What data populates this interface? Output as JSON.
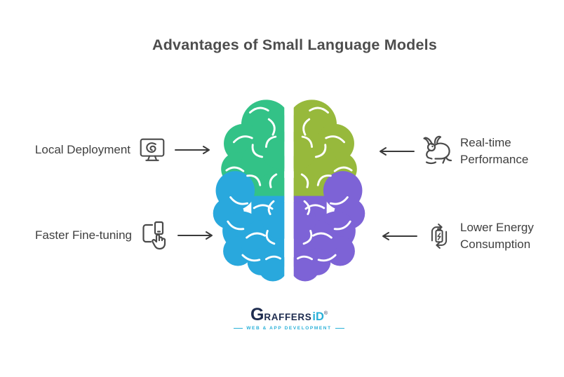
{
  "title": "Advantages of Small Language Models",
  "items": [
    {
      "side": "left",
      "icon": "monitor-link-icon",
      "lines": [
        "Local Deployment"
      ]
    },
    {
      "side": "left",
      "icon": "devices-hand-icon",
      "lines": [
        "Faster Fine-tuning"
      ]
    },
    {
      "side": "right",
      "icon": "rabbit-icon",
      "lines": [
        "Real-time",
        "Performance"
      ]
    },
    {
      "side": "right",
      "icon": "battery-recycle-icon",
      "lines": [
        "Lower Energy",
        "Consumption"
      ]
    }
  ],
  "brand": {
    "g": "G",
    "rest": "RAFFERS",
    "suffix": "iD",
    "registered": "®",
    "tagline": "WEB & APP DEVELOPMENT"
  },
  "colors": {
    "brain_top_left": "#33c287",
    "brain_top_right": "#97b93c",
    "brain_bottom_left": "#29a8dd",
    "brain_bottom_right": "#7d63d6",
    "title": "#4d4d4d",
    "label": "#3f3f3f",
    "icon": "#4a4a4a",
    "arrow": "#3a3a3a",
    "brand_navy": "#1e2c4f",
    "brand_cyan": "#29b0d8"
  }
}
